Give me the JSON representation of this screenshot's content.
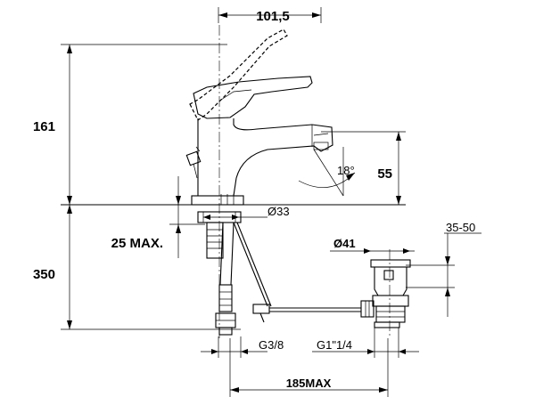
{
  "dimensions": {
    "top_width": "101,5",
    "height_top": "161",
    "height_bottom": "350",
    "max_thickness": "25 MAX.",
    "spout_height": "55",
    "spout_angle": "18°",
    "base_diameter": "Ø33",
    "waste_diameter": "Ø41",
    "waste_range": "35-50",
    "supply_thread": "G3/8",
    "waste_thread": "G1\"1/4",
    "max_distance": "185MAX"
  }
}
